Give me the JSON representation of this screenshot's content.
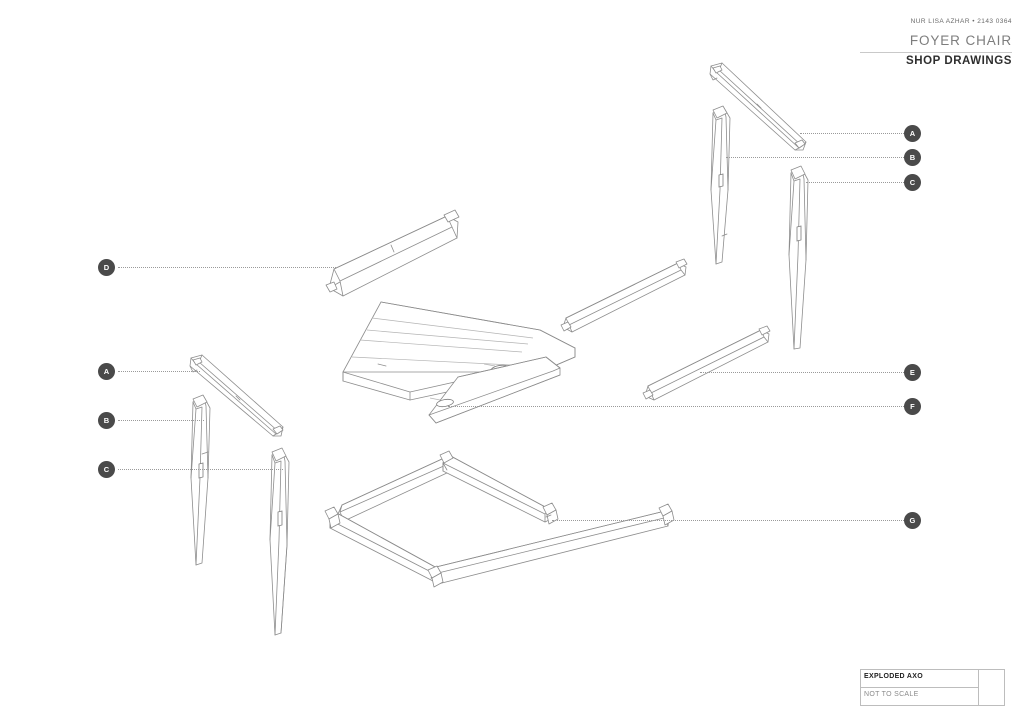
{
  "header": {
    "credit": "NUR LISA AZHAR • 2143 0364",
    "title": "FOYER CHAIR",
    "subtitle": "SHOP DRAWINGS"
  },
  "title_block": {
    "drawing_name": "EXPLODED AXO",
    "scale": "NOT TO SCALE"
  },
  "callouts": {
    "right_a": "A",
    "right_b": "B",
    "right_c": "C",
    "left_d": "D",
    "left_a": "A",
    "left_b": "B",
    "left_c": "C",
    "right_e": "E",
    "right_f": "F",
    "right_g": "G"
  },
  "colors": {
    "line": "#8d8d8d",
    "callout_fill": "#4a4a4a",
    "callout_text": "#ffffff",
    "leader": "#9a9a9a",
    "rule": "#c9c9c9",
    "background": "#ffffff"
  },
  "parts": {
    "a_label": "A",
    "b_label": "B",
    "c_label": "C",
    "d_label": "D",
    "e_label": "E",
    "f_label": "F",
    "g_label": "G"
  }
}
